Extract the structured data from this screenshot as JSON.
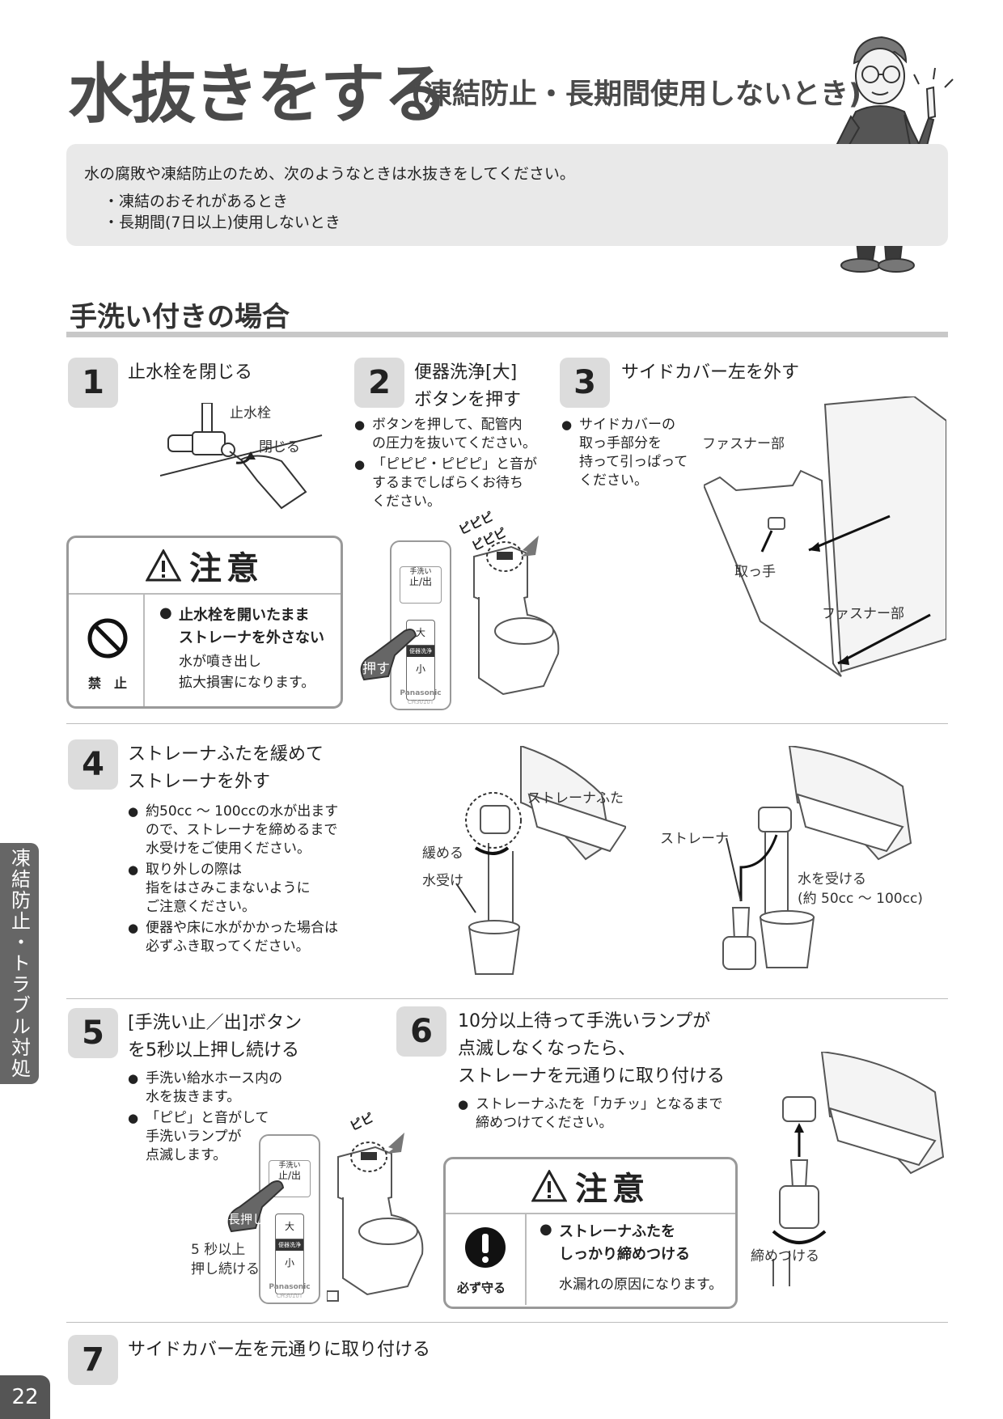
{
  "title": {
    "main": "水抜きをする",
    "sub": "(凍結防止・長期間使用しないとき)"
  },
  "intro": {
    "lead": "水の腐敗や凍結防止のため、次のようなときは水抜きをしてください。",
    "items": [
      "・凍結のおそれがあるとき",
      "・長期間(7日以上)使用しないとき"
    ]
  },
  "section_title": "手洗い付きの場合",
  "steps": [
    {
      "num": "1",
      "title": [
        "止水栓を閉じる"
      ],
      "labels": {
        "valve": "止水栓",
        "close": "閉じる"
      }
    },
    {
      "num": "2",
      "title": [
        "便器洗浄[大]",
        "ボタンを押す"
      ],
      "bullets": [
        [
          "ボタンを押して、配管内",
          "の圧力を抜いてください。"
        ],
        [
          "「ピピピ・ピピピ」と音が",
          "するまでしばらくお待ち",
          "ください。"
        ]
      ],
      "labels": {
        "beep1": "ピピピ",
        "beep2": "ピピピ",
        "press": "押す"
      }
    },
    {
      "num": "3",
      "title": [
        "サイドカバー左を外す"
      ],
      "bullets": [
        [
          "サイドカバーの",
          "取っ手部分を",
          "持って引っぱって",
          "ください。"
        ]
      ],
      "labels": {
        "fastener1": "ファスナー部",
        "handle": "取っ手",
        "fastener2": "ファスナー部"
      }
    },
    {
      "num": "4",
      "title": [
        "ストレーナふたを緩めて",
        "ストレーナを外す"
      ],
      "bullets": [
        [
          "約50cc ～ 100ccの水が出ます",
          "ので、ストレーナを締めるまで",
          "水受けをご使用ください。"
        ],
        [
          "取り外しの際は",
          "指をはさみこまないように",
          "ご注意ください。"
        ],
        [
          "便器や床に水がかかった場合は",
          "必ずふき取ってください。"
        ]
      ],
      "labels": {
        "cap": "ストレーナふた",
        "loosen": "緩める",
        "bucket": "水受け",
        "strainer": "ストレーナ",
        "receive": "水を受ける",
        "amount": "(約 50cc ～ 100cc)"
      }
    },
    {
      "num": "5",
      "title": [
        "[手洗い止／出]ボタン",
        "を5秒以上押し続ける"
      ],
      "bullets": [
        [
          "手洗い給水ホース内の",
          "水を抜きます。"
        ],
        [
          "「ピピ」と音がして",
          "手洗いランプが",
          "点滅します。"
        ]
      ],
      "labels": {
        "beep": "ピピ",
        "longpress": "長押し",
        "hold1": "5 秒以上",
        "hold2": "押し続ける"
      }
    },
    {
      "num": "6",
      "title": [
        "10分以上待って手洗いランプが",
        "点滅しなくなったら、",
        "ストレーナを元通りに取り付ける"
      ],
      "bullets": [
        [
          "ストレーナふたを「カチッ」となるまで",
          "締めつけてください。"
        ]
      ],
      "labels": {
        "tighten": "締めつける"
      }
    },
    {
      "num": "7",
      "title": [
        "サイドカバー左を元通りに取り付ける"
      ]
    }
  ],
  "caution1": {
    "head": "注意",
    "symbol": "禁　止",
    "bold": [
      "止水栓を開いたまま",
      "ストレーナを外さない"
    ],
    "normal": [
      "水が噴き出し",
      "拡大損害になります。"
    ]
  },
  "caution2": {
    "head": "注意",
    "symbol": "必ず守る",
    "bold": [
      "ストレーナふたを",
      "しっかり締めつける"
    ],
    "normal": [
      "水漏れの原因になります。"
    ]
  },
  "remote": {
    "wash": "手洗い",
    "stopgo": "止/出",
    "big": "大",
    "flush": "便器洗浄",
    "small": "小",
    "brand": "Panasonic",
    "model": "CH3010T"
  },
  "side_tab": "凍結防止・トラブル対処",
  "page_number": "22"
}
